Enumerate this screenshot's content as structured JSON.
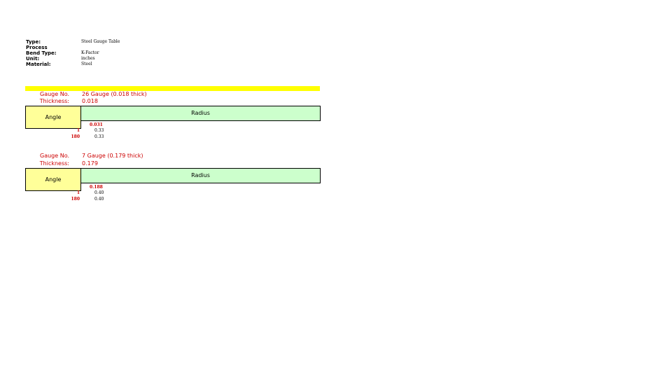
{
  "meta": {
    "type_label": "Type:",
    "type_value": "Steel Gauge Table",
    "process_label": "Process",
    "bend_type_label": "Bend Type:",
    "bend_type_value": "K-Factor",
    "unit_label": "Unit:",
    "unit_value": "inches",
    "material_label": "Material:",
    "material_value": "Steel"
  },
  "colors": {
    "header_bar": "#ffff00",
    "angle_fill": "#ffff99",
    "radius_fill": "#ccffcc",
    "accent_red": "#cc0000"
  },
  "tables": [
    {
      "gauge_label": "Gauge No.",
      "gauge_value": "26 Gauge (0.018 thick)",
      "thickness_label": "Thickness:",
      "thickness_value": "0.018",
      "angle_header": "Angle",
      "radius_header": "Radius",
      "radius_value": "0.031",
      "rows": [
        {
          "angle": "1",
          "value": "0.33"
        },
        {
          "angle": "180",
          "value": "0.33"
        }
      ]
    },
    {
      "gauge_label": "Gauge No.",
      "gauge_value": "7 Gauge (0.179 thick)",
      "thickness_label": "Thickness:",
      "thickness_value": "0.179",
      "angle_header": "Angle",
      "radius_header": "Radius",
      "radius_value": "0.188",
      "rows": [
        {
          "angle": "1",
          "value": "0.40"
        },
        {
          "angle": "180",
          "value": "0.40"
        }
      ]
    }
  ]
}
